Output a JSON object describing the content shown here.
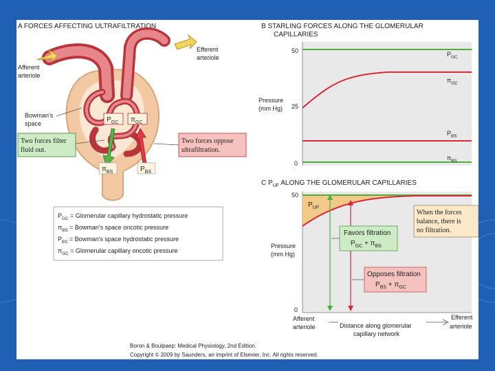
{
  "panel_a": {
    "title": "A  FORCES AFFECTING ULTRAFILTRATION",
    "afferent_line1": "Afferent",
    "afferent_line2": "arteriole",
    "efferent_line1": "Efferent",
    "efferent_line2": "arteriole",
    "bowman_line1": "Bowman's",
    "bowman_line2": "space",
    "filter_out_line1": "Two forces filter",
    "filter_out_line2": "fluid out.",
    "oppose_line1": "Two forces oppose",
    "oppose_line2": "ultrafiltration.",
    "label_pgc": "P",
    "label_pgc_sub": "GC",
    "label_pigc": "π",
    "label_pigc_sub": "GC",
    "label_pibs": "π",
    "label_pibs_sub": "BS",
    "label_pbs": "P",
    "label_pbs_sub": "BS",
    "legend": [
      {
        "sym": "P",
        "sub": "GC",
        "text": "= Glomerular capillary hydrostatic pressure"
      },
      {
        "sym": "π",
        "sub": "BS",
        "text": "= Bowman's space oncotic pressure"
      },
      {
        "sym": "P",
        "sub": "BS",
        "text": "= Bowman's space hydrostatic pressure"
      },
      {
        "sym": "π",
        "sub": "GC",
        "text": "= Glomerular capillary oncotic pressure"
      }
    ]
  },
  "panel_b": {
    "title_line1": "B  STARLING FORCES ALONG THE GLOMERULAR",
    "title_line2": "CAPILLARIES",
    "ylabel_line1": "Pressure",
    "ylabel_line2": "(mm Hg)",
    "tick_50": "50",
    "tick_25": "25",
    "tick_0": "0",
    "curves": [
      {
        "sym": "P",
        "sub": "GC",
        "color": "#4caf3a"
      },
      {
        "sym": "π",
        "sub": "GC",
        "color": "#d9283a"
      },
      {
        "sym": "P",
        "sub": "BS",
        "color": "#d9283a"
      },
      {
        "sym": "π",
        "sub": "BS",
        "color": "#4caf3a"
      }
    ]
  },
  "panel_c": {
    "title": "C  P",
    "title_sub": "UF",
    "title_rest": " ALONG THE GLOMERULAR CAPILLARIES",
    "puf_sym": "P",
    "puf_sub": "UF",
    "ylabel_line1": "Pressure",
    "ylabel_line2": "(mm Hg)",
    "tick_50": "50",
    "tick_0": "0",
    "balance_line1": "When the forces",
    "balance_line2": "balance, there is",
    "balance_line3": "no filtration.",
    "favors_title": "Favors filtration",
    "favors_formula_a": "P",
    "favors_formula_a_sub": "GC",
    "favors_formula_b": " + π",
    "favors_formula_b_sub": "BS",
    "opposes_title": "Opposes filtration",
    "opposes_formula_a": "P",
    "opposes_formula_a_sub": "BS",
    "opposes_formula_b": " + π",
    "opposes_formula_b_sub": "GC",
    "x_left_line1": "Afferent",
    "x_left_line2": "arteriole",
    "x_mid_line1": "Distance along glomerular",
    "x_mid_line2": "capillary network",
    "x_right_line1": "Efferent",
    "x_right_line2": "arteriole"
  },
  "credit_line1": "Boron & Boulpaep: Medical Physiology, 2nd Edition.",
  "credit_line2": "Copyright © 2009 by Saunders, an imprint of Elsevier, Inc. All rights reserved."
}
